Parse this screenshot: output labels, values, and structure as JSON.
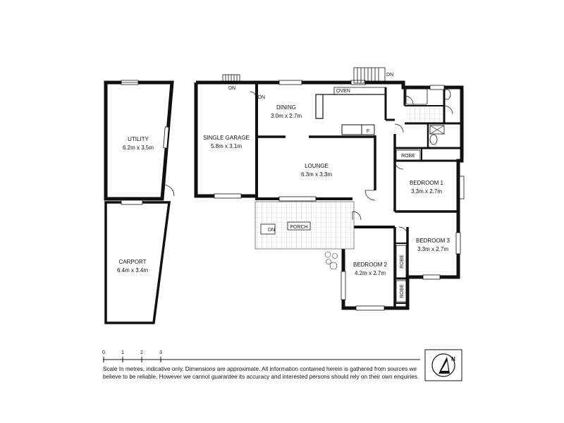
{
  "rooms": {
    "utility": {
      "name": "UTILITY",
      "dims": "6.2m x 3.5m"
    },
    "carport": {
      "name": "CARPORT",
      "dims": "6.4m x 3.4m"
    },
    "garage": {
      "name": "SINGLE GARAGE",
      "dims": "5.8m x 3.1m"
    },
    "dining": {
      "name": "DINING",
      "dims": "3.0m x 2.7m"
    },
    "lounge": {
      "name": "LOUNGE",
      "dims": "6.3m x 3.3m"
    },
    "bedroom1": {
      "name": "BEDROOM 1",
      "dims": "3.3m x 2.7m"
    },
    "bedroom2": {
      "name": "BEDROOM 2",
      "dims": "4.2m x 2.7m"
    },
    "bedroom3": {
      "name": "BEDROOM 3",
      "dims": "3.3m x 2.7m"
    }
  },
  "fixtures": {
    "oven": "OVEN",
    "fridge": "F",
    "porch": "PORCH",
    "robe": "ROBE",
    "down": "DN"
  },
  "scale": {
    "ticks": [
      "0",
      "1",
      "2",
      "3"
    ]
  },
  "disclaimer": {
    "line1": "Scale In metres, indicative only. Dimensions are approximate. All information contained herein is gathered from sources we",
    "line2": "believe to be reliable. However we cannot guarantee its accuracy and interested persons should rely on their own enquiries."
  }
}
